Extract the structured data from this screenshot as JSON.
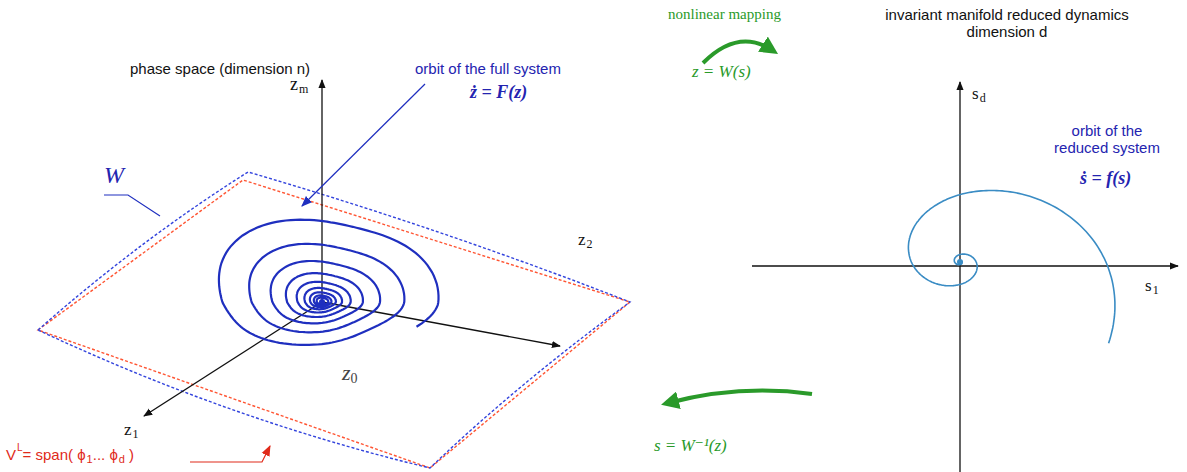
{
  "diagram": {
    "labels": [
      "phase space (dimension n)",
      "invariant manifold reduced dynamics dimension d",
      "z",
      "m",
      "orbit of the full system",
      "ż = F(z)",
      "W",
      "nonlinear mapping",
      "z = W(s)",
      "orbit of the reduced system",
      "ṡ = f(s)",
      "s",
      "d",
      "s",
      "1",
      "z",
      "0",
      "z",
      "2",
      "z",
      "1",
      "s = W⁻¹(z)",
      "V",
      "L",
      "= span( ϕ",
      "1",
      "... ϕ",
      "d",
      ")"
    ]
  }
}
